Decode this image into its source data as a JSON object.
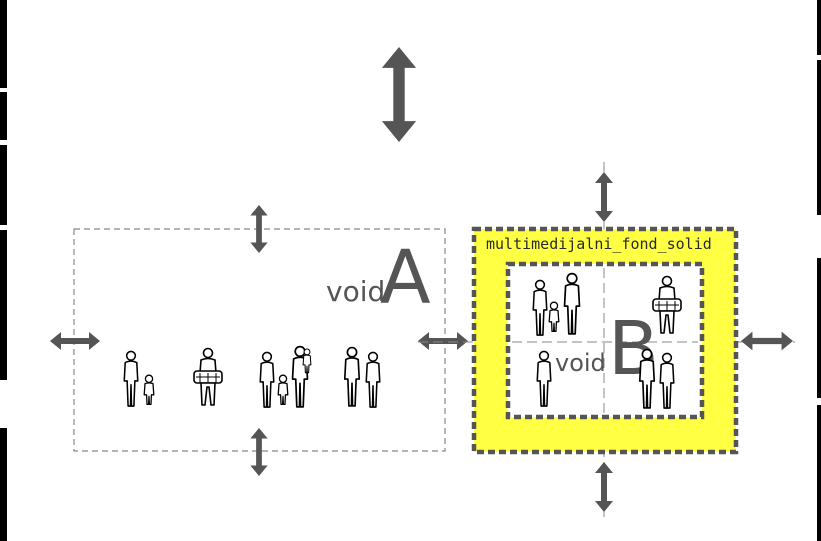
{
  "zone_a": {
    "label_small": "void",
    "label_big": "A"
  },
  "zone_b": {
    "label_small": "void",
    "label_big": "B",
    "fond_label": "multimedijalni_fond_solid",
    "fill_color": "#ffff44",
    "border_color": "#555555"
  },
  "colors": {
    "arrow": "#555555",
    "dashed_line": "#888888",
    "edge_blocks": "#000000"
  },
  "icons": {
    "arrows": "double-arrow-icon",
    "people": "person-silhouette-icon"
  }
}
